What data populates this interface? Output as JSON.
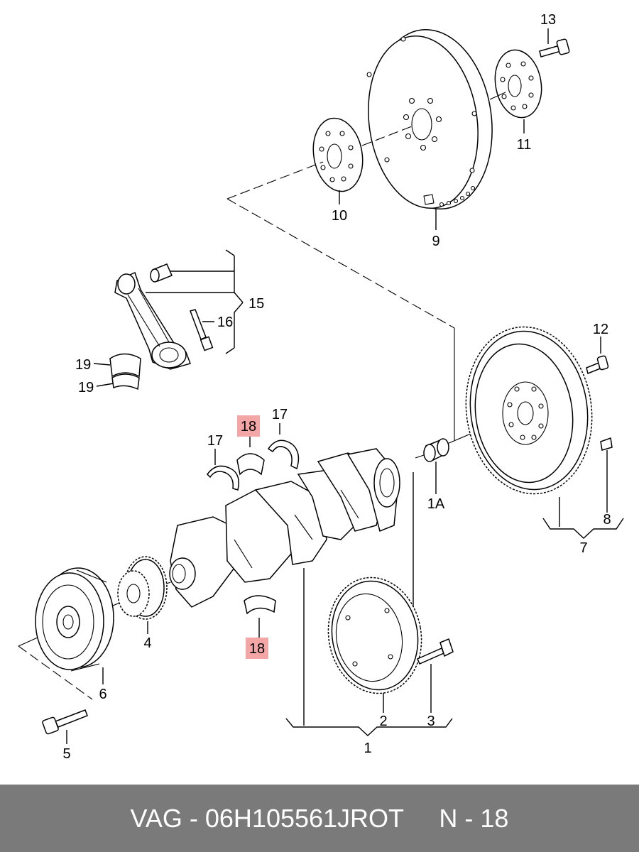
{
  "labels": {
    "l13": "13",
    "l11": "11",
    "l10": "10",
    "l9": "9",
    "l15": "15",
    "l16": "16",
    "l19a": "19",
    "l19b": "19",
    "l12": "12",
    "l17a": "17",
    "l17b": "17",
    "l18a": "18",
    "l1a": "1A",
    "l8": "8",
    "l7": "7",
    "l4": "4",
    "l6": "6",
    "l18b": "18",
    "l2": "2",
    "l3": "3",
    "l5": "5",
    "l1": "1"
  },
  "highlight_color": "#f4a6a6",
  "footer": {
    "part": "VAG - 06H105561JROT",
    "ref": "N - 18"
  }
}
